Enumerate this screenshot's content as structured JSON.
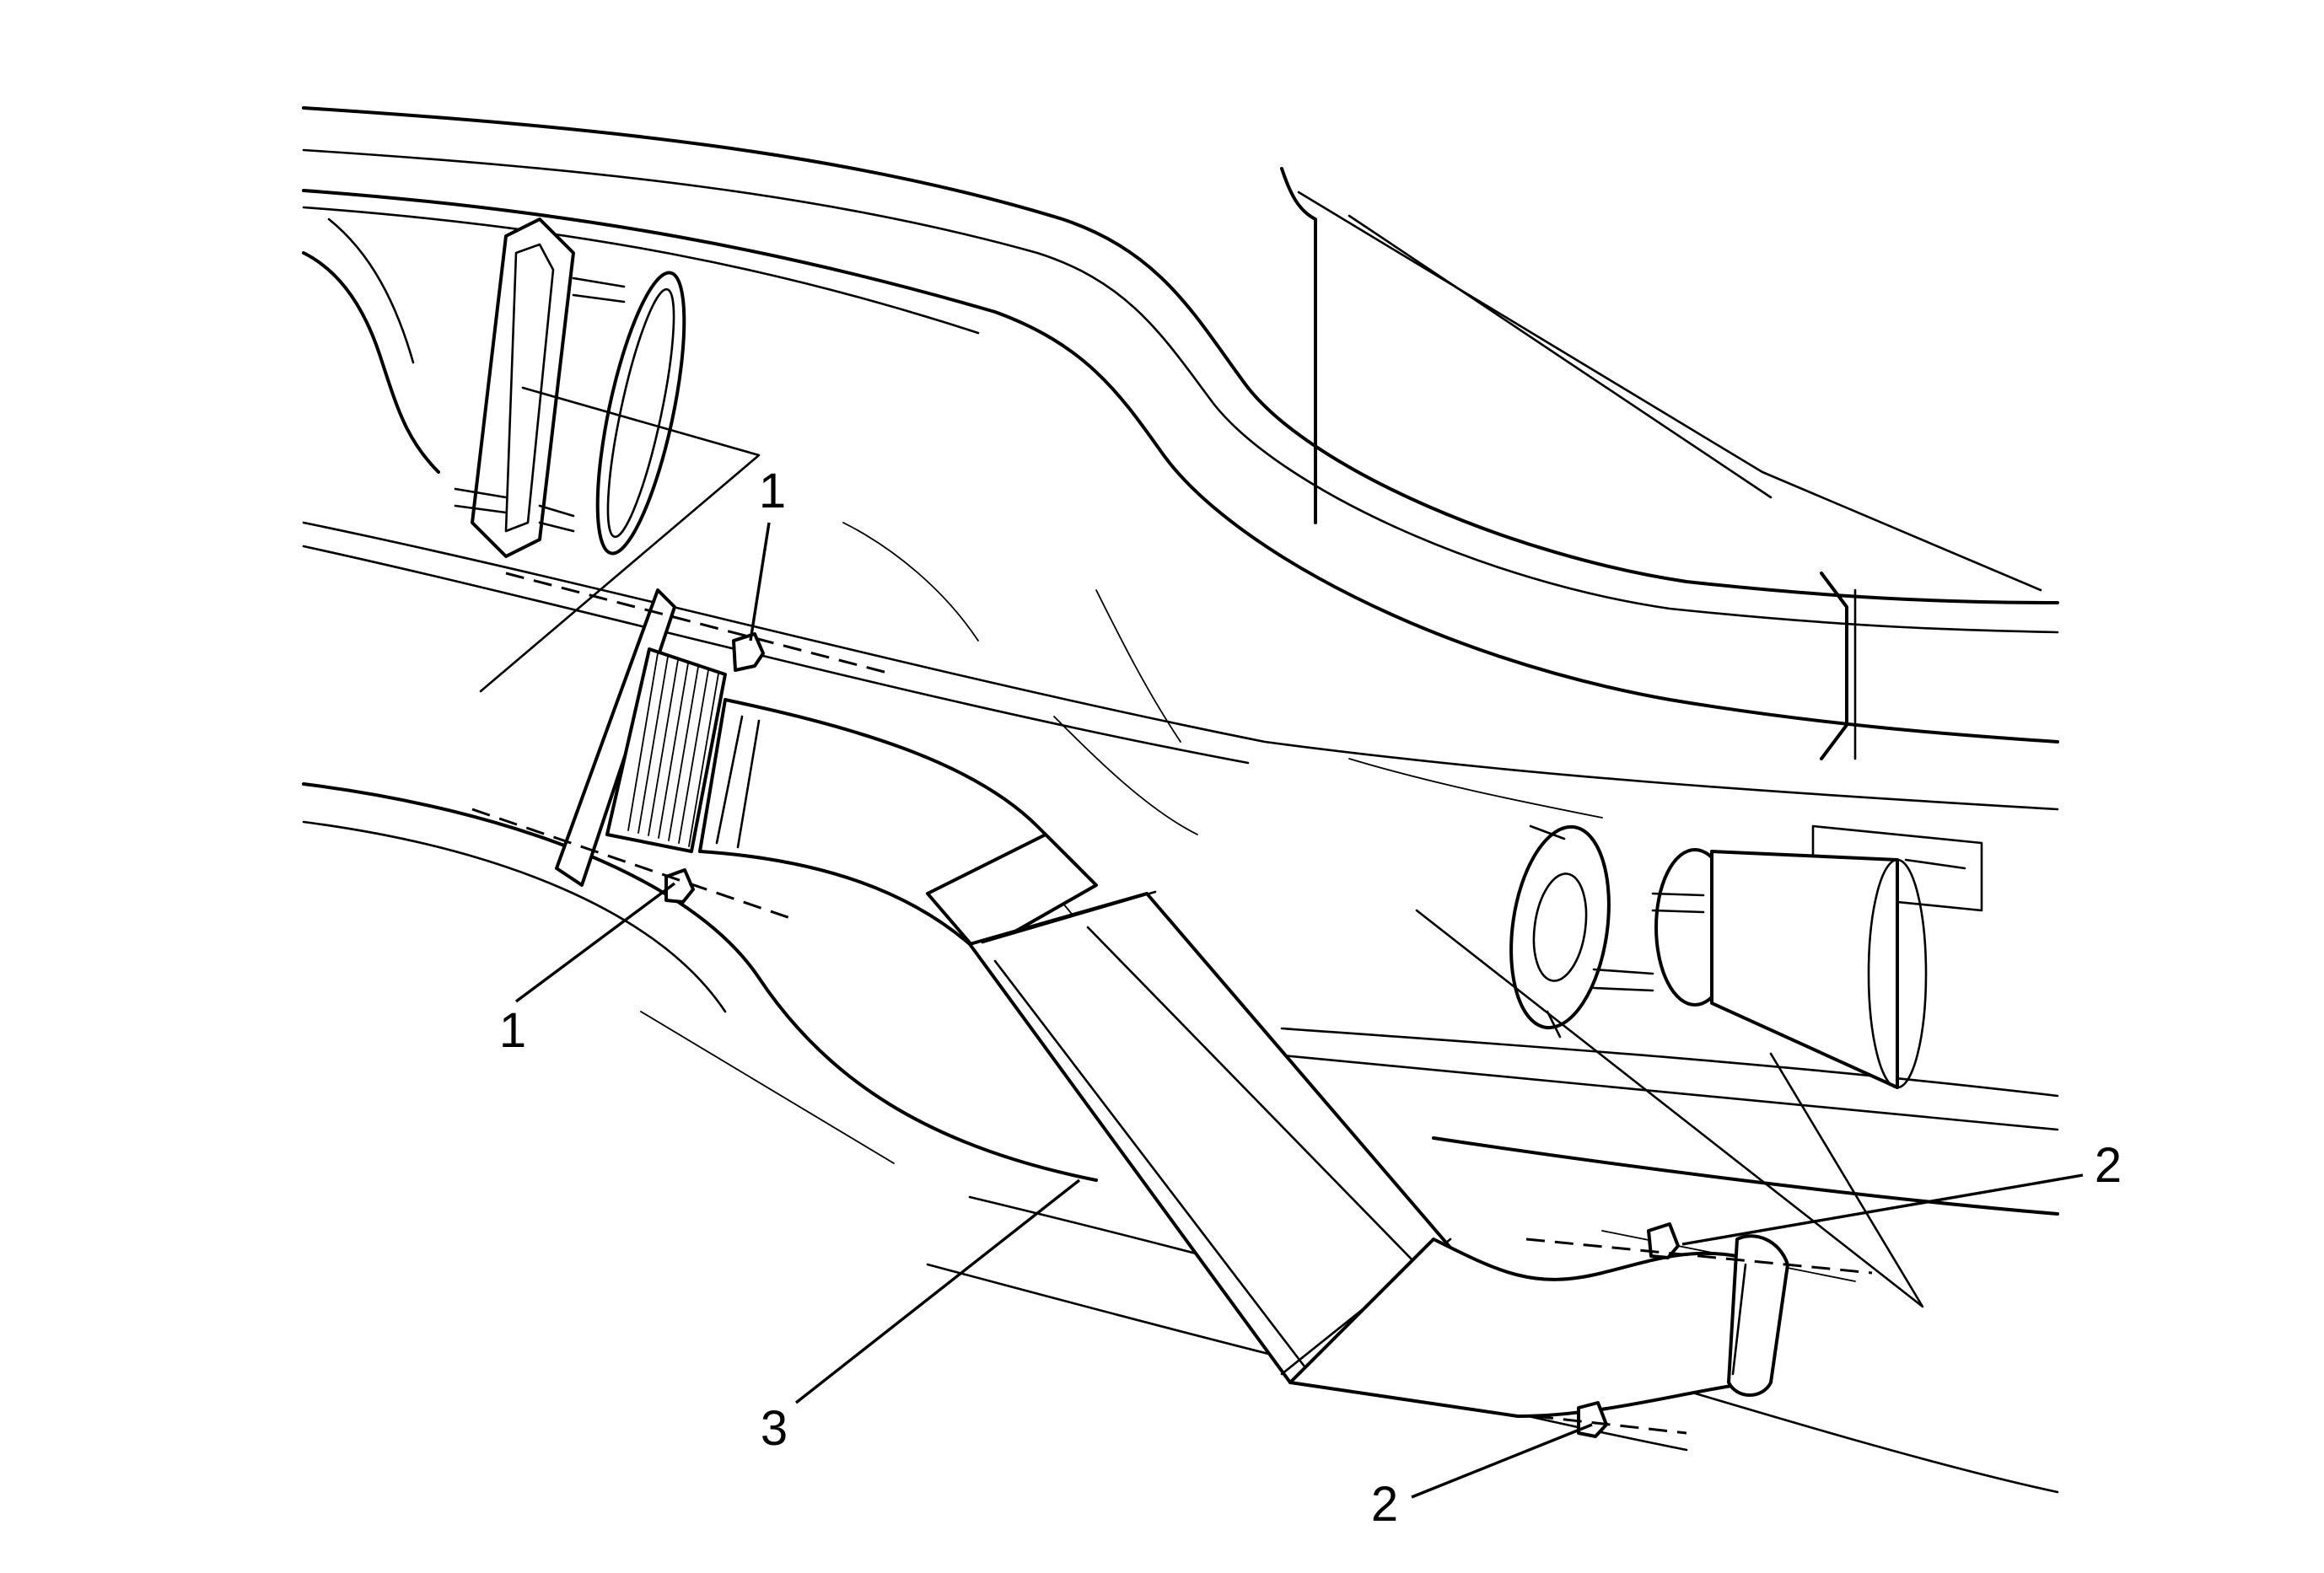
{
  "callouts": [
    {
      "id": "c1-top",
      "label": "1"
    },
    {
      "id": "c1-bottom",
      "label": "1"
    },
    {
      "id": "c2-top",
      "label": "2"
    },
    {
      "id": "c2-bottom",
      "label": "2"
    },
    {
      "id": "c3",
      "label": "3"
    }
  ],
  "colors": {
    "line": "#000000",
    "background": "#ffffff"
  }
}
